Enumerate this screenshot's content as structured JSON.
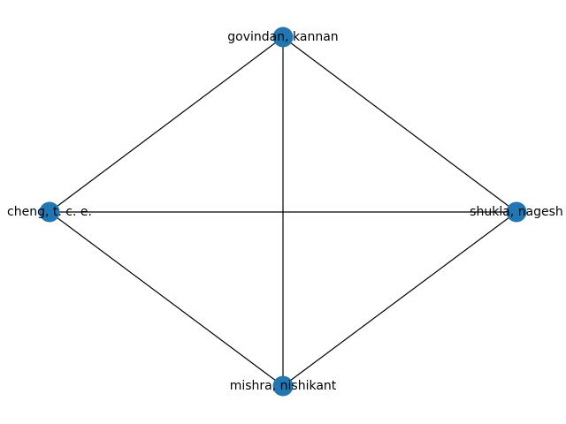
{
  "graph": {
    "node_color": "#1f77b4",
    "edge_color": "#000000",
    "nodes": [
      {
        "id": "govindan",
        "label": "govindan, kannan"
      },
      {
        "id": "cheng",
        "label": "cheng, t. c. e."
      },
      {
        "id": "shukla",
        "label": "shukla, nagesh"
      },
      {
        "id": "mishra",
        "label": "mishra, nishikant"
      }
    ],
    "edges": [
      [
        "govindan",
        "cheng"
      ],
      [
        "govindan",
        "shukla"
      ],
      [
        "govindan",
        "mishra"
      ],
      [
        "cheng",
        "shukla"
      ],
      [
        "cheng",
        "mishra"
      ],
      [
        "shukla",
        "mishra"
      ]
    ]
  }
}
